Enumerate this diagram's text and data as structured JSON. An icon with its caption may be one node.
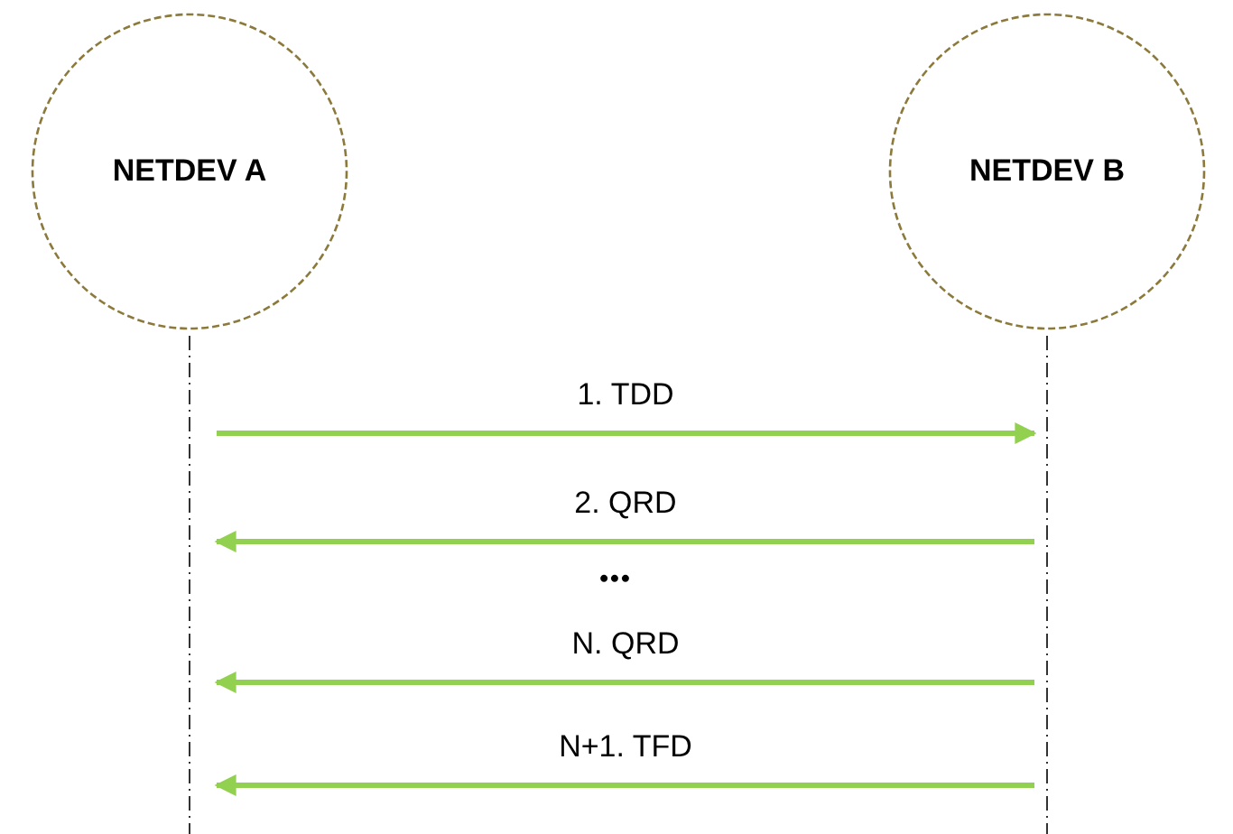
{
  "diagram": {
    "nodes": [
      {
        "text": [
          "NETDEV A"
        ]
      },
      {
        "text": [
          "NETDEV B"
        ]
      },
      {
        "text": [],
        "shape": "line"
      },
      {
        "text": [],
        "shape": "line"
      }
    ],
    "edges": [
      {
        "from": 2,
        "to": 3,
        "label": "1. TDD",
        "arrow": "to"
      },
      {
        "from": 3,
        "to": 2,
        "label": "2. QRD",
        "arrow": "to"
      },
      {
        "from": 3,
        "to": 2,
        "label": "N. QRD",
        "arrow": "to"
      },
      {
        "from": 3,
        "to": 2,
        "label": "N+1. TFD",
        "arrow": "to"
      }
    ],
    "labels": [
      "•••"
    ]
  }
}
